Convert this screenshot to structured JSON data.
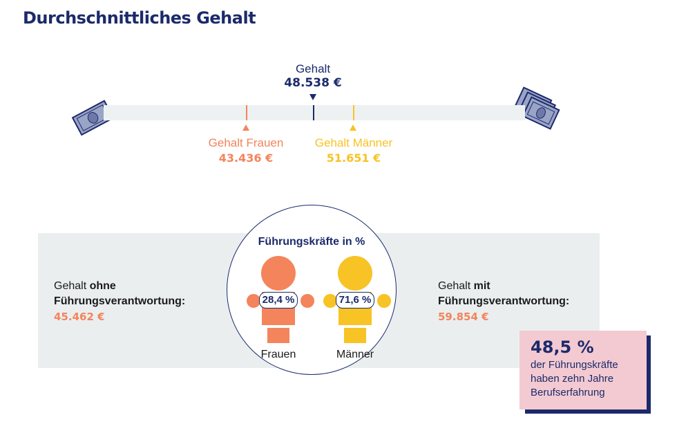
{
  "title": "Durchschnittliches Gehalt",
  "scale": {
    "average": {
      "label": "Gehalt",
      "value": "48.538 €"
    },
    "women": {
      "label": "Gehalt Frauen",
      "value": "43.436 €"
    },
    "men": {
      "label": "Gehalt Männer",
      "value": "51.651 €"
    }
  },
  "panel": {
    "left": {
      "prefix": "Gehalt ",
      "bold1": "ohne",
      "bold2": "Führungsverantwortung:",
      "amount": "45.462 €"
    },
    "right": {
      "prefix": "Gehalt ",
      "bold1": "mit",
      "bold2": "Führungsverantwortung:",
      "amount": "59.854 €"
    },
    "circle_title": "Führungskräfte in %",
    "women": {
      "pct": "28,4 %",
      "label": "Frauen"
    },
    "men": {
      "pct": "71,6 %",
      "label": "Männer"
    }
  },
  "callout": {
    "value": "48,5 %",
    "text": "der Führungskräfte haben zehn Jahre Berufserfahrung"
  },
  "colors": {
    "navy": "#1b2a6b",
    "women": "#f4845b",
    "men": "#f7c325",
    "panel": "#ebeeef",
    "callout": "#f3cad1"
  },
  "icons": {
    "left": "money-bill-icon",
    "right": "money-stack-icon"
  }
}
